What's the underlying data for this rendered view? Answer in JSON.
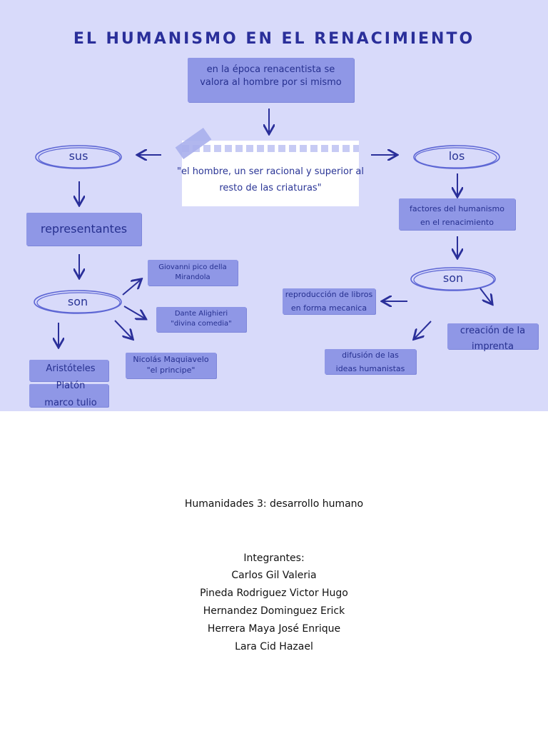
{
  "title": "EL HUMANISMO EN EL RENACIMIENTO",
  "top_box": "en la época renacentista se valora al hombre por si mismo",
  "quote": "\"el hombre, un ser racional y superior al resto de las criaturas\"",
  "left": {
    "sus": "sus",
    "representantes": "representantes",
    "son": "son",
    "pico": "Giovanni pico della Mirandola",
    "dante_line1": "Dante Alighieri",
    "dante_line2": "\"divina comedia\"",
    "maquiavelo_line1": "Nicolás Maquiavelo",
    "maquiavelo_line2": "\"el principe\"",
    "classics": [
      "Aristóteles",
      "Platón",
      "marco tulio"
    ]
  },
  "right": {
    "los": "los",
    "factores": "factores del humanismo en el renacimiento",
    "son": "son",
    "reproduccion": "reproducción de libros en forma mecanica",
    "imprenta": "creación de la imprenta",
    "difusion": "difusión de las ideas humanistas"
  },
  "footer": {
    "course": "Humanidades 3: desarrollo humano",
    "members_heading": "Integrantes:",
    "members": [
      "Carlos Gil Valeria",
      "Pineda Rodriguez Victor Hugo",
      "Hernandez Dominguez Erick",
      "Herrera Maya José Enrique",
      "Lara Cid Hazael"
    ]
  },
  "colors": {
    "background": "#d8dafa",
    "tag": "#8f97e6",
    "ink": "#2a3596"
  }
}
